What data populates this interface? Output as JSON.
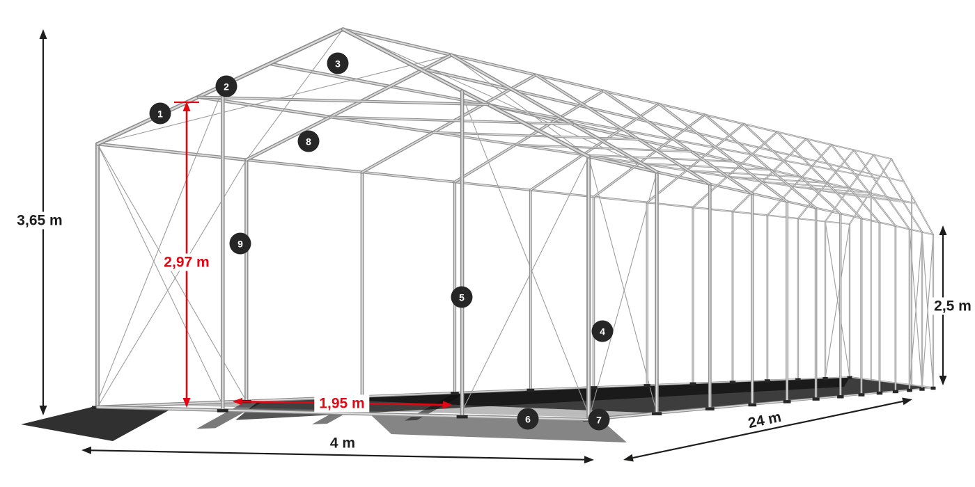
{
  "dimensions": {
    "total_height": "3,65 m",
    "clear_height": "2,97 m",
    "side_height": "2,5 m",
    "opening_width": "1,95 m",
    "width": "4 m",
    "length": "24 m"
  },
  "callouts": [
    {
      "number": "1"
    },
    {
      "number": "2"
    },
    {
      "number": "3"
    },
    {
      "number": "4"
    },
    {
      "number": "5"
    },
    {
      "number": "6"
    },
    {
      "number": "7"
    },
    {
      "number": "8"
    },
    {
      "number": "9"
    }
  ],
  "colors": {
    "background": "#ffffff",
    "dimension_black": "#1d1d1b",
    "dimension_red": "#e30613",
    "badge_background": "#262626",
    "badge_text": "#ffffff",
    "tube_dark": "#8f8f8f",
    "tube_light": "#dadada",
    "cable": "#9c9c9c",
    "shadow": "#0c0c0c"
  }
}
